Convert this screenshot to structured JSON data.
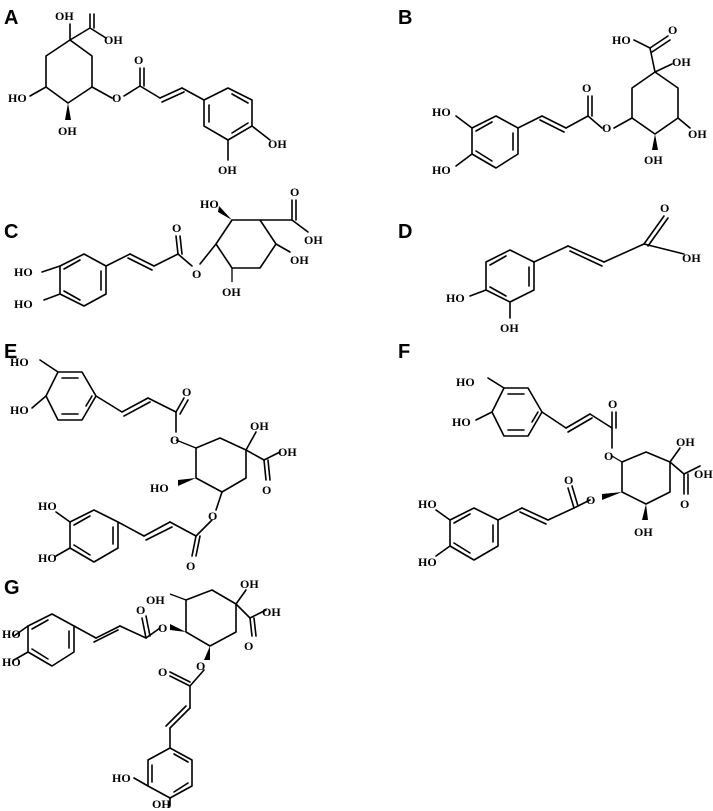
{
  "panels": [
    {
      "label": "A"
    },
    {
      "label": "B"
    },
    {
      "label": "C"
    },
    {
      "label": "D"
    },
    {
      "label": "E"
    },
    {
      "label": "F"
    },
    {
      "label": "G"
    }
  ],
  "atoms": {
    "oh": "OH",
    "ho": "HO",
    "o": "O"
  }
}
